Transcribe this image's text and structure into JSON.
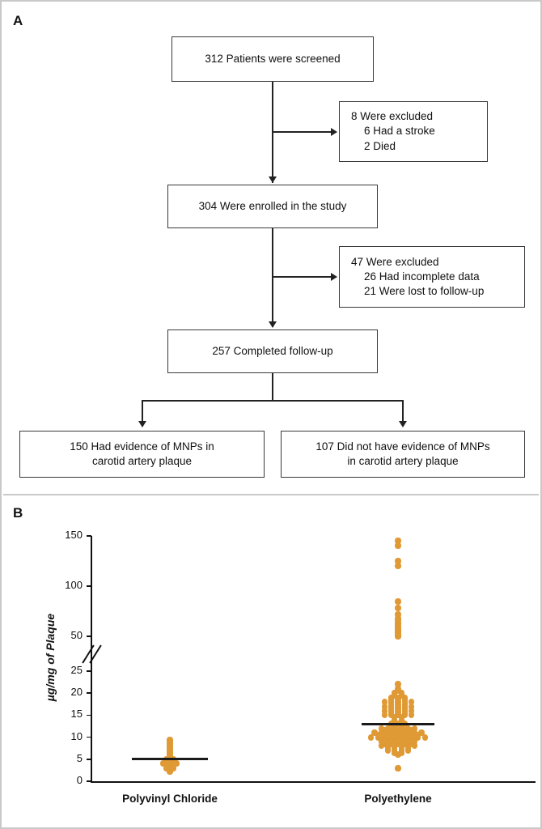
{
  "panels": {
    "a": {
      "letter": "A"
    },
    "b": {
      "letter": "B"
    }
  },
  "flowchart": {
    "boxes": [
      {
        "id": "screened",
        "lines": [
          "312 Patients were screened"
        ],
        "align": "center"
      },
      {
        "id": "excluded1",
        "lines": [
          "8 Were excluded",
          "6 Had a stroke",
          "2 Died"
        ],
        "align": "left"
      },
      {
        "id": "enrolled",
        "lines": [
          "304 Were enrolled in the study"
        ],
        "align": "center"
      },
      {
        "id": "excluded2",
        "lines": [
          "47 Were excluded",
          "26 Had incomplete data",
          "21 Were lost to follow-up"
        ],
        "align": "left"
      },
      {
        "id": "completed",
        "lines": [
          "257 Completed follow-up"
        ],
        "align": "center"
      },
      {
        "id": "mnp-yes",
        "lines": [
          "150 Had evidence of MNPs in",
          "carotid artery plaque"
        ],
        "align": "center"
      },
      {
        "id": "mnp-no",
        "lines": [
          "107 Did not have evidence of MNPs",
          "in carotid artery plaque"
        ],
        "align": "center"
      }
    ]
  },
  "chart_data": {
    "type": "scatter",
    "title": "",
    "xlabel": "",
    "ylabel": "µg/mg of Plaque",
    "ylim": [
      0,
      150
    ],
    "axis_break": {
      "between": [
        25,
        50
      ],
      "label": "axis-break"
    },
    "grid": false,
    "legend": false,
    "ytick_labels": [
      "0",
      "5",
      "10",
      "15",
      "20",
      "25",
      "50",
      "100",
      "150"
    ],
    "ytick_values": [
      0,
      5,
      10,
      15,
      20,
      25,
      50,
      100,
      150
    ],
    "categories": [
      "Polyvinyl Chloride",
      "Polyethylene"
    ],
    "point_color": "#E09A35",
    "median_color": "#1a1a1a",
    "series": [
      {
        "name": "Polyvinyl Chloride",
        "median": 5.0,
        "values": [
          2.2,
          2.6,
          3.0,
          3.0,
          3.2,
          3.4,
          3.6,
          3.6,
          3.8,
          3.8,
          4.0,
          4.0,
          4.0,
          4.2,
          4.2,
          4.4,
          4.4,
          4.6,
          4.6,
          4.8,
          5.0,
          5.0,
          5.2,
          5.4,
          5.6,
          5.8,
          6.0,
          6.2,
          6.6,
          7.0,
          7.4,
          7.8,
          8.2,
          8.6,
          9.0,
          9.4
        ]
      },
      {
        "name": "Polyethylene",
        "median": 13.0,
        "values": [
          145,
          140,
          125,
          120,
          85,
          78,
          72,
          68,
          66,
          64,
          62,
          60,
          58,
          57,
          56,
          55,
          54,
          53,
          52,
          51,
          50,
          22,
          21,
          20.5,
          20,
          20,
          19.5,
          19.5,
          19,
          19,
          19,
          18.5,
          18.5,
          18.5,
          18,
          18,
          18,
          18,
          18,
          17.5,
          17.5,
          17.5,
          17,
          17,
          17,
          17,
          17,
          16.5,
          16.5,
          16.5,
          16,
          16,
          16,
          16,
          16,
          15.5,
          15.5,
          15.5,
          15,
          15,
          15,
          15,
          15,
          14.5,
          14.5,
          14,
          14,
          13.5,
          13.5,
          13,
          13,
          13,
          12.5,
          12.5,
          12,
          12,
          12,
          12,
          12,
          12,
          11.5,
          11.5,
          11.5,
          11.5,
          11.5,
          11,
          11,
          11,
          11,
          11,
          11,
          11,
          11,
          10.5,
          10.5,
          10.5,
          10.5,
          10.5,
          10.5,
          10.5,
          10,
          10,
          10,
          10,
          10,
          10,
          10,
          10,
          10,
          9.5,
          9.5,
          9.5,
          9.5,
          9.5,
          9.5,
          9,
          9,
          9,
          9,
          9,
          9,
          8.5,
          8.5,
          8.5,
          8.5,
          8.5,
          8,
          8,
          8,
          8,
          8,
          8,
          7.5,
          7.5,
          7.5,
          7.5,
          7,
          7,
          7,
          7,
          6.5,
          6.5,
          6,
          3.0
        ]
      }
    ]
  }
}
